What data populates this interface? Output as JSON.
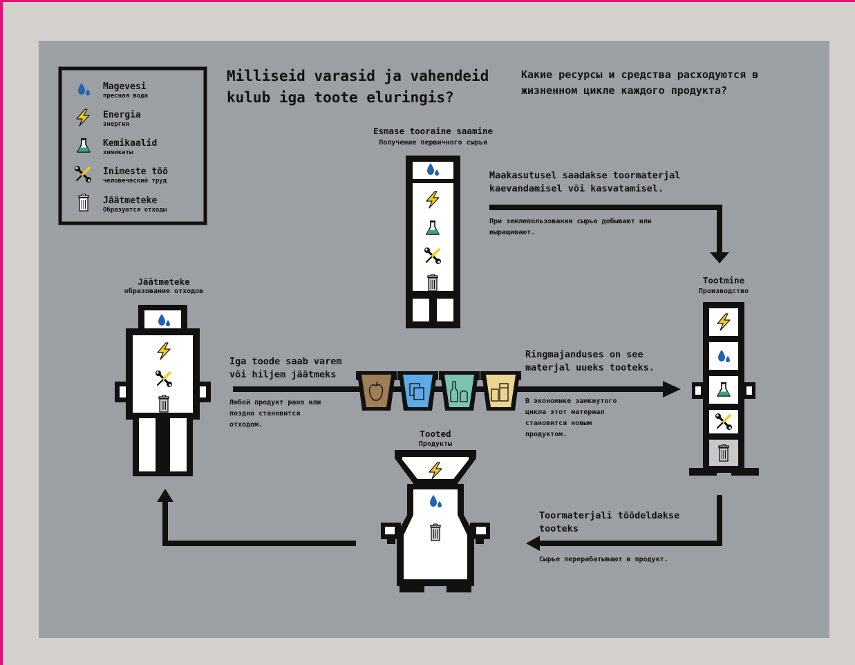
{
  "title": {
    "et_line1": "Milliseid varasid ja vahendeid",
    "et_line2": "kulub iga toote eluringis?",
    "ru_line1": "Какие ресурсы и средства расходуются в",
    "ru_line2": "жизненном цикле каждого продукта?"
  },
  "legend": [
    {
      "icon": "water-drops-icon",
      "et": "Magevesi",
      "ru": "пресная вода"
    },
    {
      "icon": "lightning-bolt-icon",
      "et": "Energia",
      "ru": "энергия"
    },
    {
      "icon": "flask-icon",
      "et": "Kemikaalid",
      "ru": "химикаты"
    },
    {
      "icon": "wrench-screwdriver-icon",
      "et": "Inimeste töö",
      "ru": "человеческий труд"
    },
    {
      "icon": "trash-can-icon",
      "et": "Jäätmeteke",
      "ru": "Образуются отходы"
    }
  ],
  "stages": {
    "extraction": {
      "et": "Esmase tooraine saamine",
      "ru": "Получение первичного сырья"
    },
    "waste": {
      "et": "Jäätmeteke",
      "ru": "образование отходов"
    },
    "production": {
      "et": "Tootmine",
      "ru": "Производство"
    },
    "products": {
      "et": "Tooted",
      "ru": "Продукты"
    }
  },
  "steps": {
    "land_use": {
      "et_line1": "Maakasutusel saadakse toormaterjal",
      "et_line2": "kaevandamisel või kasvatamisel.",
      "ru_line1": "При землепользовании сырье добывают или",
      "ru_line2": "выращивают."
    },
    "becomes_waste": {
      "et_line1": "Iga toode saab varem",
      "et_line2": "või hiljem jäätmeks",
      "ru_line1": "Любой продукт рано или",
      "ru_line2": "поздно становится",
      "ru_line3": "отходом."
    },
    "circular": {
      "et_line1": "Ringmajanduses on see",
      "et_line2": "materjal uueks tooteks.",
      "ru_line1": "В экономике замкнутого",
      "ru_line2": "цикла этот материал",
      "ru_line3": "становится новым",
      "ru_line4": "продуктом."
    },
    "processing": {
      "et_line1": "Toormaterjali töödeldakse",
      "et_line2": "tooteks",
      "ru_line1": "Сырье перерабатывают в продукт."
    }
  },
  "bins": [
    {
      "name": "biowaste-bin",
      "color": "#a07e55"
    },
    {
      "name": "paper-bin",
      "color": "#5ea9e6"
    },
    {
      "name": "glass-bin",
      "color": "#7cc2b0"
    },
    {
      "name": "packaging-bin",
      "color": "#ecd491"
    }
  ],
  "colors": {
    "frame": "#e0127a",
    "panel": "#9c9fa3",
    "background": "#d4d1cd",
    "water": "#1f63b5",
    "energy": "#f3cc19",
    "chemicals": "#3aa38a"
  }
}
